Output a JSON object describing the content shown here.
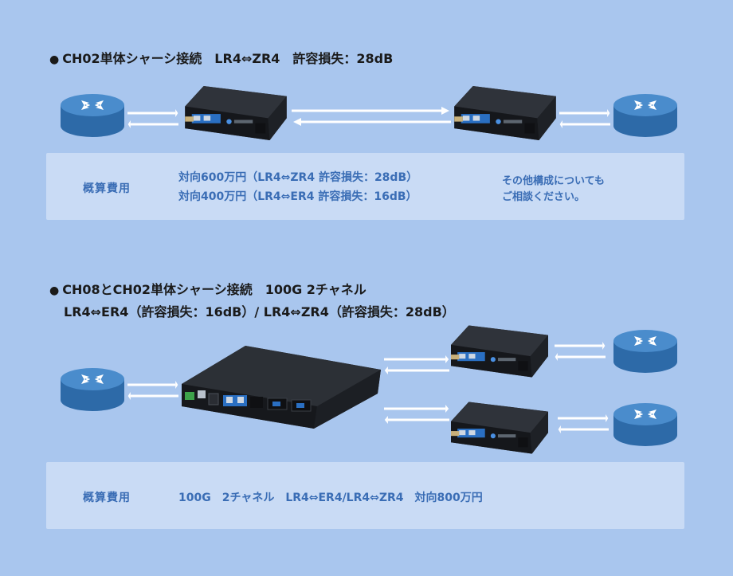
{
  "section1": {
    "title": "CH02単体シャーシ接続　LR4⇔ZR4　許容損失：28dB",
    "cost_label": "概算費用",
    "cost_lines": [
      "対向600万円（LR4⇔ZR4 許容損失：28dB）",
      "対向400万円（LR4⇔ER4 許容損失：16dB）"
    ],
    "note_lines": [
      "その他構成についても",
      "ご相談ください。"
    ]
  },
  "section2": {
    "title_line1": "CH08とCH02単体シャーシ接続　100G 2チャネル",
    "title_line2": "LR4⇔ER4（許容損失：16dB）/ LR4⇔ZR4（許容損失：28dB）",
    "cost_label": "概算費用",
    "cost_text": "100G　2チャネル　LR4⇔ER4/LR4⇔ZR4　対向800万円"
  },
  "colors": {
    "background": "#a9c6ee",
    "cost_box": "#c9dbf5",
    "accent_text": "#3a6db5",
    "router": "#3f7fc0",
    "chassis": "#1c1f24",
    "arrow": "#ffffff"
  },
  "icons": {
    "router": "router-icon",
    "chassis_small": "ch02-chassis-icon",
    "chassis_large": "ch08-chassis-icon",
    "arrow": "bidirectional-arrow-icon"
  }
}
